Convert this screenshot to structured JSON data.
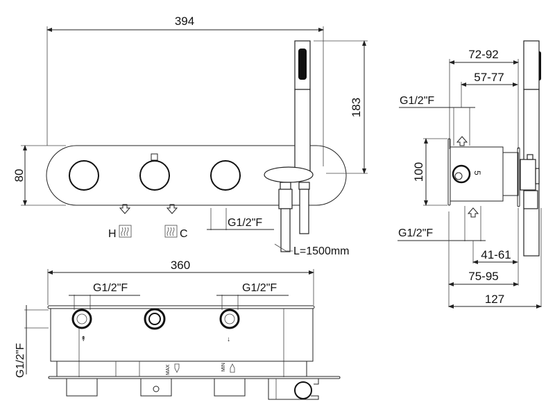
{
  "title": "Thermostatic concealed shower mixer with hand shower — dimensional drawing",
  "front_view": {
    "overall_width": "394",
    "shower_height": "183",
    "plate_height": "80",
    "outlet_thread": "G1/2\"F",
    "hose_length": "L=1500mm",
    "hot_label": "H",
    "cold_label": "C",
    "icons": [
      "hot-water-icon",
      "cold-water-icon",
      "inlet-arrow-icon"
    ]
  },
  "bottom_view": {
    "body_width": "360",
    "left_inlet_thread": "G1/2\"F",
    "right_inlet_thread": "G1/2\"F",
    "side_outlet_thread": "G1/2\"F",
    "max_label": "MAX",
    "min_label": "MIN"
  },
  "side_view": {
    "depth_range_outer": "72-92",
    "depth_range_inner": "57-77",
    "top_inlet_thread": "G1/2\"F",
    "body_height": "100",
    "bottom_inlet_thread": "G1/2\"F",
    "depth_range_bottom": "41-61",
    "depth_range_total_adj": "75-95",
    "total_depth": "127",
    "port_marking": "5"
  }
}
